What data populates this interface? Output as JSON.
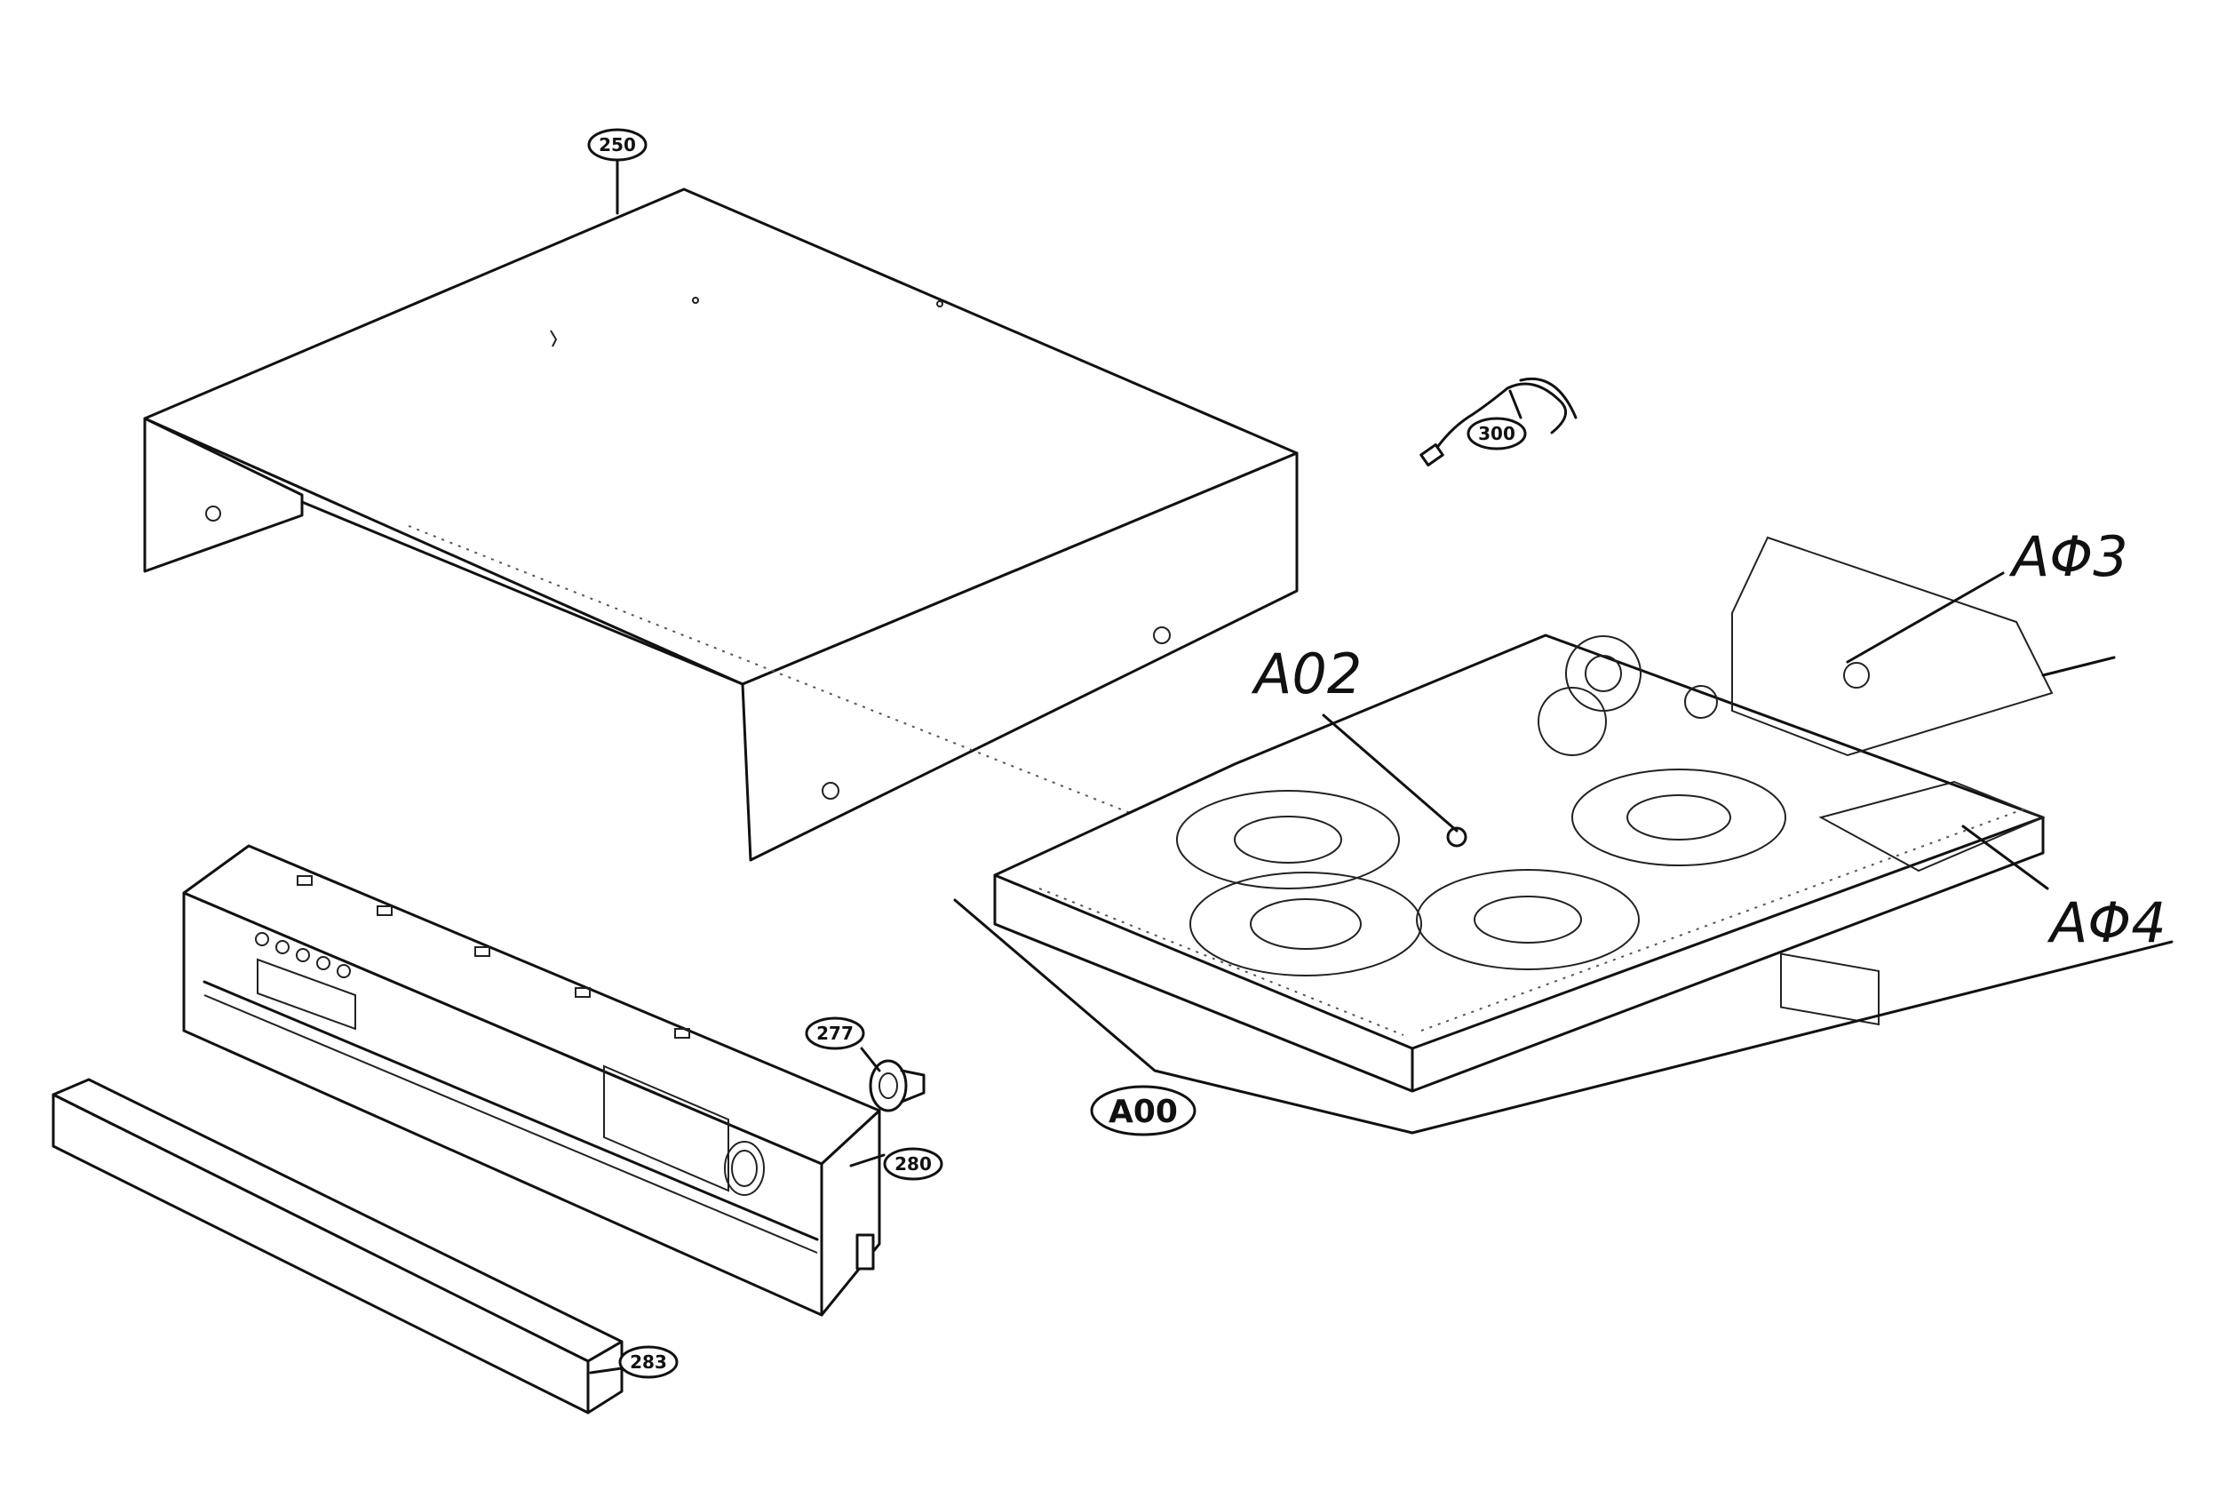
{
  "callouts": {
    "c250": "250",
    "c300": "300",
    "c277": "277",
    "c280": "280",
    "c283": "283",
    "a00": "A00"
  },
  "handwritten": {
    "a02": "A02",
    "a03": "AΦ3",
    "a04": "AΦ4"
  }
}
